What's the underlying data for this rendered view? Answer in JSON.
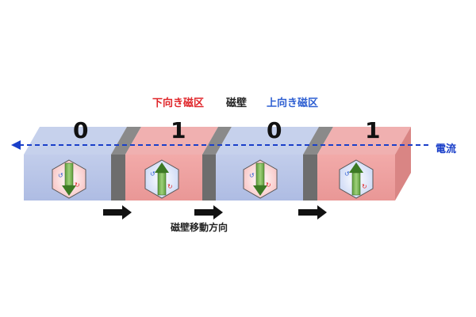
{
  "labels": {
    "down_domain": "下向き磁区",
    "domain_wall": "磁壁",
    "up_domain": "上向き磁区",
    "current": "電流",
    "wall_motion": "磁壁移動方向"
  },
  "bits": [
    "0",
    "1",
    "0",
    "1"
  ],
  "colors": {
    "up_domain": "#b7c4e6",
    "down_domain": "#ec9e9e",
    "wall": "#6d6d6d",
    "current_arrow": "#1a3fc9",
    "motion_arrow": "#111111"
  }
}
